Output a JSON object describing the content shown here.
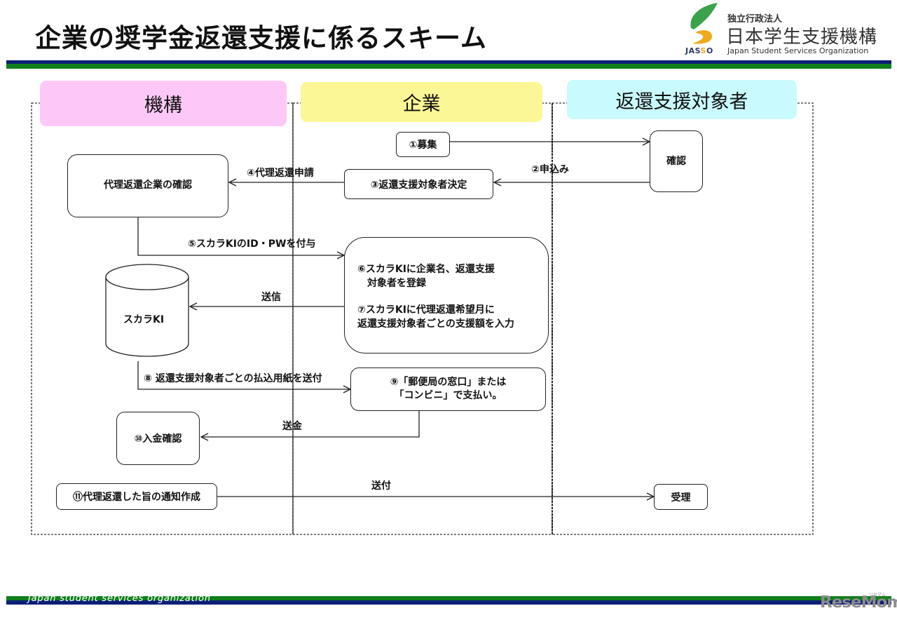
{
  "header": {
    "title": "企業の奨学金返還支援に係るスキーム"
  },
  "logo": {
    "org_type": "独立行政法人",
    "org_name": "日本学生支援機構",
    "abbr_part1": "JAS",
    "abbr_part2": "S",
    "abbr_part3": "O",
    "english_name": "Japan Student Services Organization",
    "icon": "jasso-leaf-logo-icon",
    "colors": {
      "leaf": "#3aa24a",
      "swoosh": "#f0a81c"
    }
  },
  "lanes": [
    {
      "id": "kikou",
      "label": "機構",
      "color": "#fdc8f8"
    },
    {
      "id": "kigyou",
      "label": "企業",
      "color": "#fbf796"
    },
    {
      "id": "taishousha",
      "label": "返還支援対象者",
      "color": "#c9fafd"
    }
  ],
  "nodes": {
    "recruit": "①募集",
    "confirm_applicant": "確認",
    "decide_targets": "③返還支援対象者決定",
    "confirm_company": "代理返還企業の確認",
    "register_line1": "⑥スカラKIに企業名、返還支援",
    "register_line2": "　対象者を登録",
    "input_line1": "⑦スカラKIに代理返還希望月に",
    "input_line2": "返還支援対象者ごとの支援額を入力",
    "system": "スカラKI",
    "pay_line1": "⑨「郵便局の窓口」または",
    "pay_line2": "「コンビニ」で支払い。",
    "payment_check": "⑩入金確認",
    "notice": "⑪代理返還した旨の通知作成",
    "receipt": "受理"
  },
  "edges": {
    "apply": "②申込み",
    "proxy_request": "④代理返還申請",
    "grant_id": "⑤スカラKIのID・PWを付与",
    "send_data": "送信",
    "send_forms": "⑧ 返還支援対象者ごとの払込用紙を送付",
    "remit": "送金",
    "send_notice": "送付"
  },
  "footer": {
    "text": "Japan student services organization",
    "watermark": "ReseMom",
    "watermark_sub": "リセマム"
  },
  "colors": {
    "bar_blue": "#0b1e78",
    "bar_green": "#10801c"
  }
}
